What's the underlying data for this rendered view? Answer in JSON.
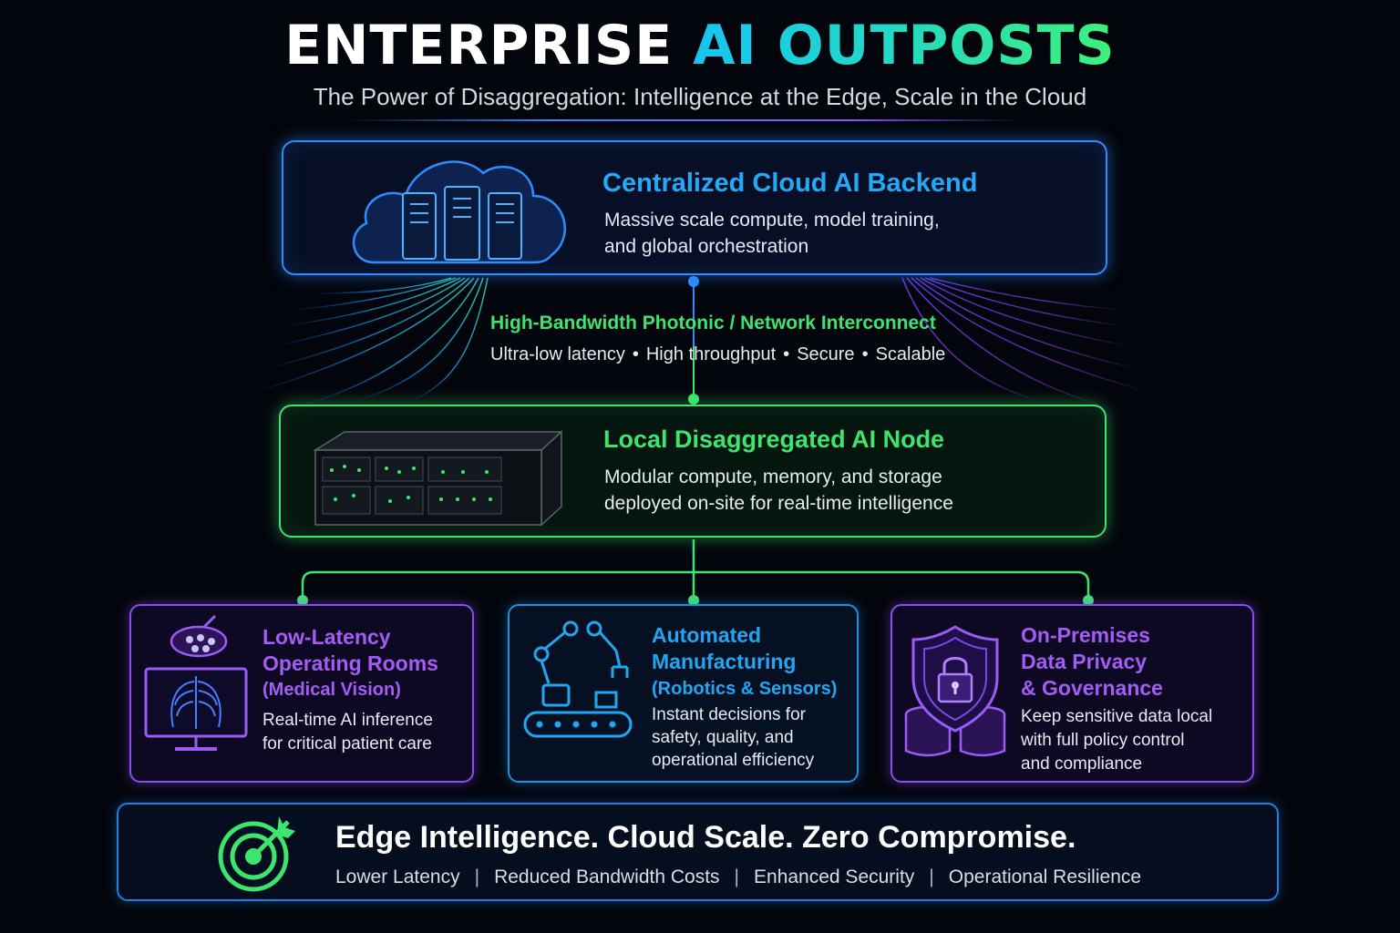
{
  "header": {
    "title_part1": "ENTERPRISE",
    "title_part2": "AI OUTPOSTS",
    "subtitle": "The Power of Disaggregation: Intelligence at the Edge, Scale in the Cloud"
  },
  "cloud_backend": {
    "title": "Centralized Cloud AI Backend",
    "line1": "Massive scale compute, model training,",
    "line2": "and global orchestration",
    "icon": "cloud-server-icon"
  },
  "interconnect": {
    "title": "High-Bandwidth Photonic / Network Interconnect",
    "features": [
      "Ultra-low latency",
      "High throughput",
      "Secure",
      "Scalable"
    ],
    "separator": "•"
  },
  "local_node": {
    "title": "Local Disaggregated AI Node",
    "line1": "Modular compute, memory, and storage",
    "line2": "deployed on-site for real-time intelligence",
    "icon": "server-rack-icon"
  },
  "use_cases": [
    {
      "title_line1": "Low-Latency",
      "title_line2": "Operating Rooms",
      "subtitle": "(Medical Vision)",
      "body_line1": "Real-time AI inference",
      "body_line2": "for critical patient care",
      "icon": "medical-monitor-icon"
    },
    {
      "title_line1": "Automated",
      "title_line2": "Manufacturing",
      "subtitle": "(Robotics & Sensors)",
      "body_line1": "Instant decisions for",
      "body_line2": "safety, quality, and",
      "body_line3": "operational efficiency",
      "icon": "robot-arm-icon"
    },
    {
      "title_line1": "On-Premises",
      "title_line2": "Data Privacy",
      "title_line3": "& Governance",
      "body_line1": "Keep sensitive data local",
      "body_line2": "with full policy control",
      "body_line3": "and compliance",
      "icon": "shield-lock-icon"
    }
  ],
  "footer": {
    "title": "Edge Intelligence. Cloud Scale. Zero Compromise.",
    "benefits": [
      "Lower Latency",
      "Reduced Bandwidth Costs",
      "Enhanced Security",
      "Operational Resilience"
    ],
    "separator": "|",
    "icon": "target-icon"
  },
  "colors": {
    "background": "#03050c",
    "blue": "#2f8cff",
    "green": "#3de46e",
    "purple": "#8a4df0",
    "cyan": "#18c4f0"
  }
}
